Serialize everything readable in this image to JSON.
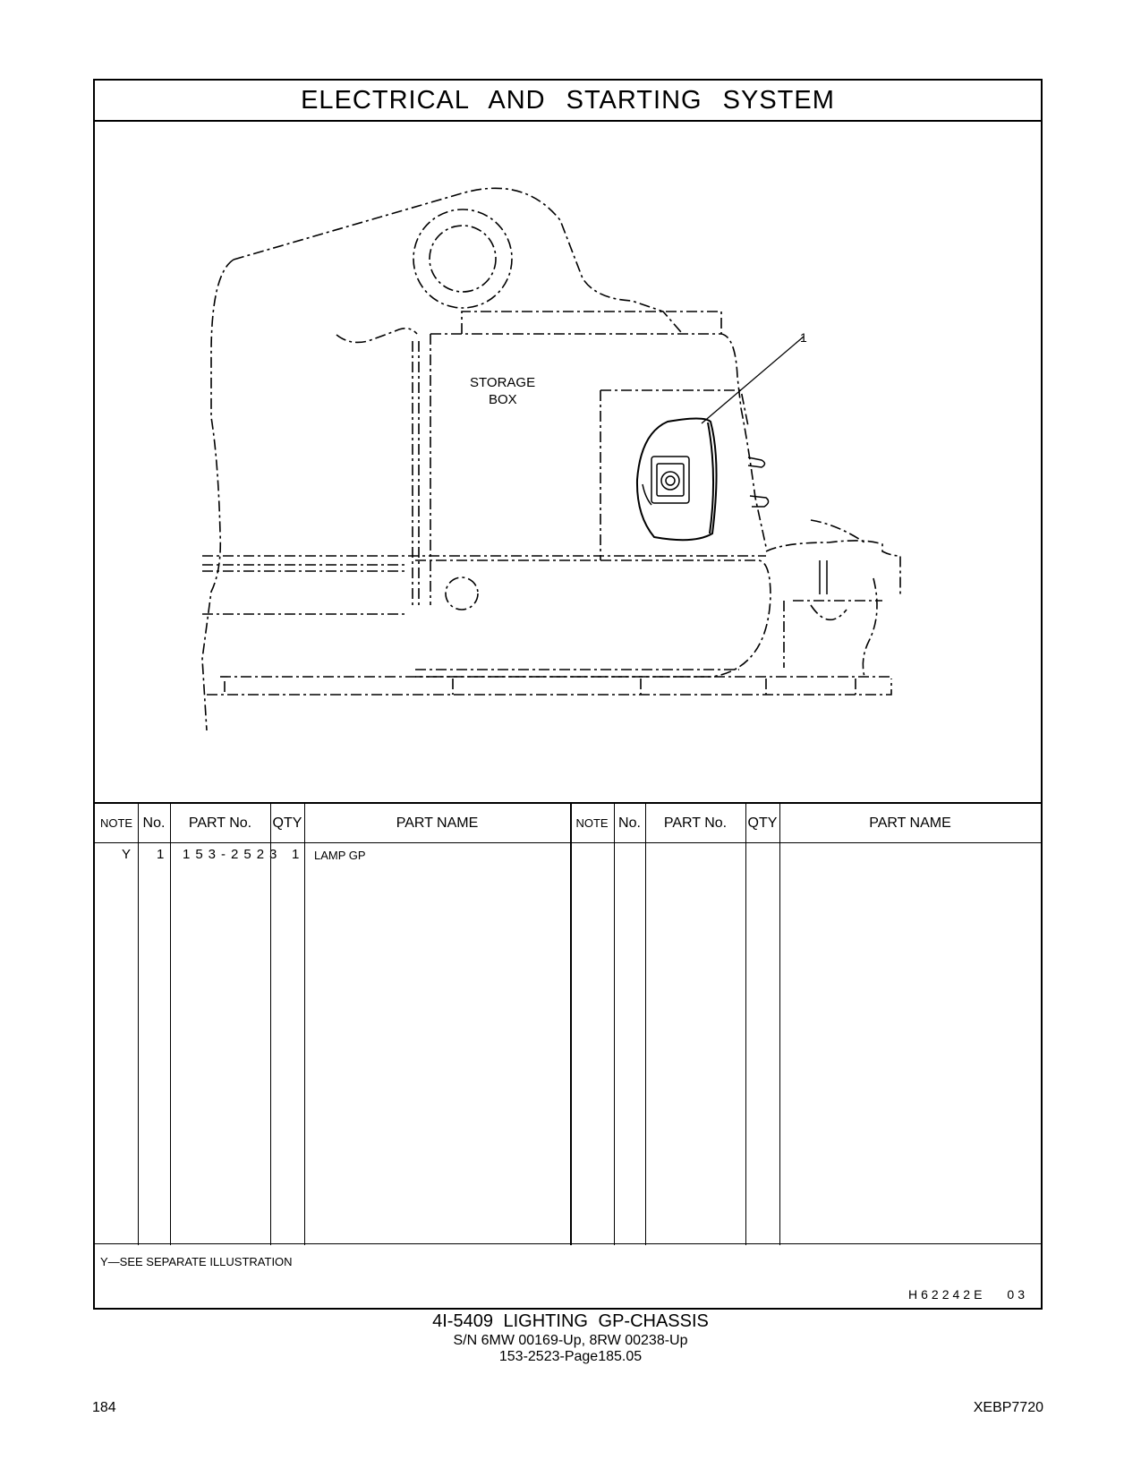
{
  "title": "ELECTRICAL AND STARTING SYSTEM",
  "illustration": {
    "label_storage_line1": "STORAGE",
    "label_storage_line2": "BOX",
    "callout": "1"
  },
  "parts_table": {
    "headers": [
      "NOTE",
      "No.",
      "PART No.",
      "QTY",
      "PART NAME"
    ],
    "rows": [
      {
        "note": "Y",
        "no": "1",
        "part_no": "153-2523",
        "qty": "1",
        "part_name": "LAMP GP"
      }
    ]
  },
  "footnote": "Y—SEE SEPARATE ILLUSTRATION",
  "drawing_code": "H62242E",
  "drawing_rev": "03",
  "caption": {
    "line1": "4I-5409 LIGHTING GP-CHASSIS",
    "line2": "S/N 6MW 00169-Up, 8RW 00238-Up",
    "line3": "153-2523-Page185.05"
  },
  "page_number": "184",
  "document_code": "XEBP7720"
}
